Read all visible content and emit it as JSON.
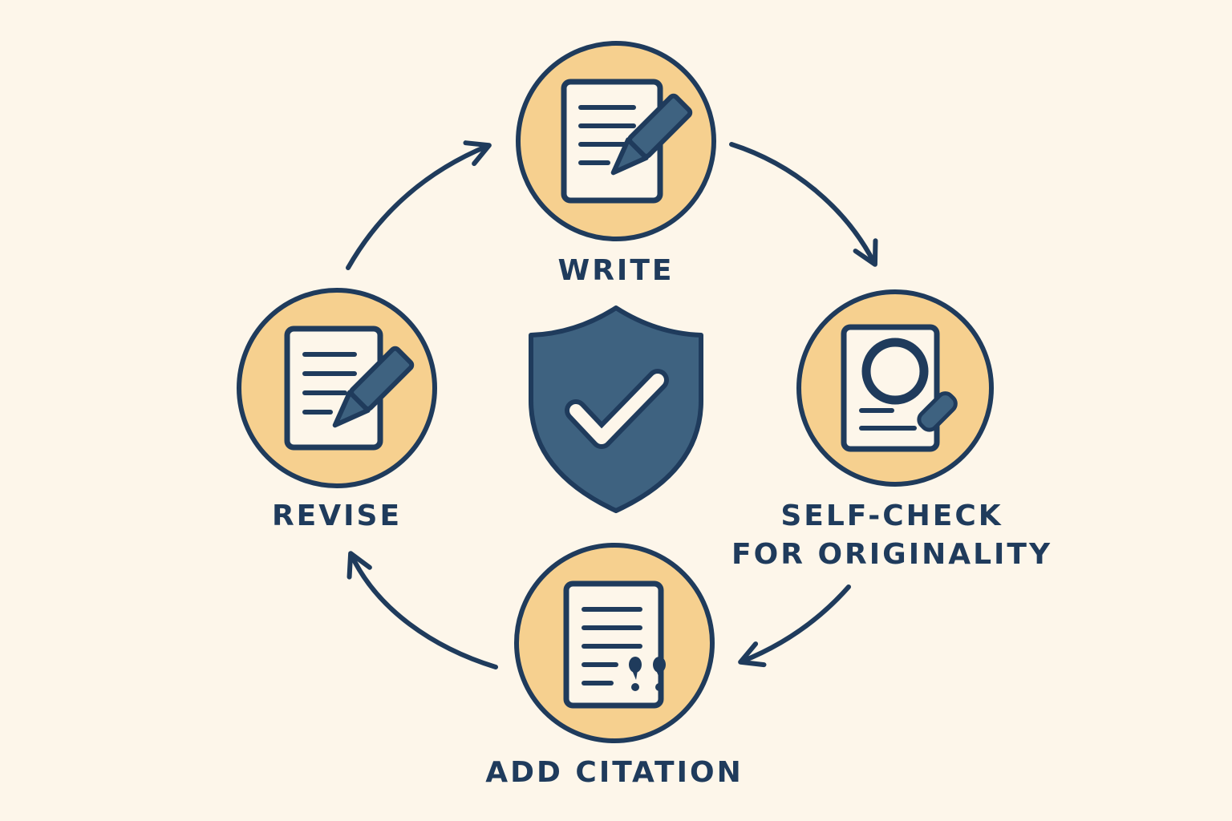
{
  "diagram": {
    "colors": {
      "background": "#fdf6ea",
      "node_fill": "#f6d08f",
      "paper": "#fdf6ea",
      "outline": "#1f3b5c",
      "shield": "#3e6280",
      "check": "#fdf6ea",
      "label": "#1f3b5c"
    },
    "steps": {
      "write": {
        "label": "WRITE",
        "icon": "document-pencil-icon"
      },
      "self_check": {
        "label_line1": "SELF-CHECK",
        "label_line2": "FOR ORIGINALITY",
        "icon": "document-magnifier-icon"
      },
      "add_citation": {
        "label": "ADD CITATION",
        "icon": "document-quote-icon"
      },
      "revise": {
        "label": "REVISE",
        "icon": "document-pencil-icon"
      }
    },
    "center": {
      "icon": "shield-check-icon"
    },
    "flow": [
      "write",
      "self_check",
      "add_citation",
      "revise"
    ]
  }
}
